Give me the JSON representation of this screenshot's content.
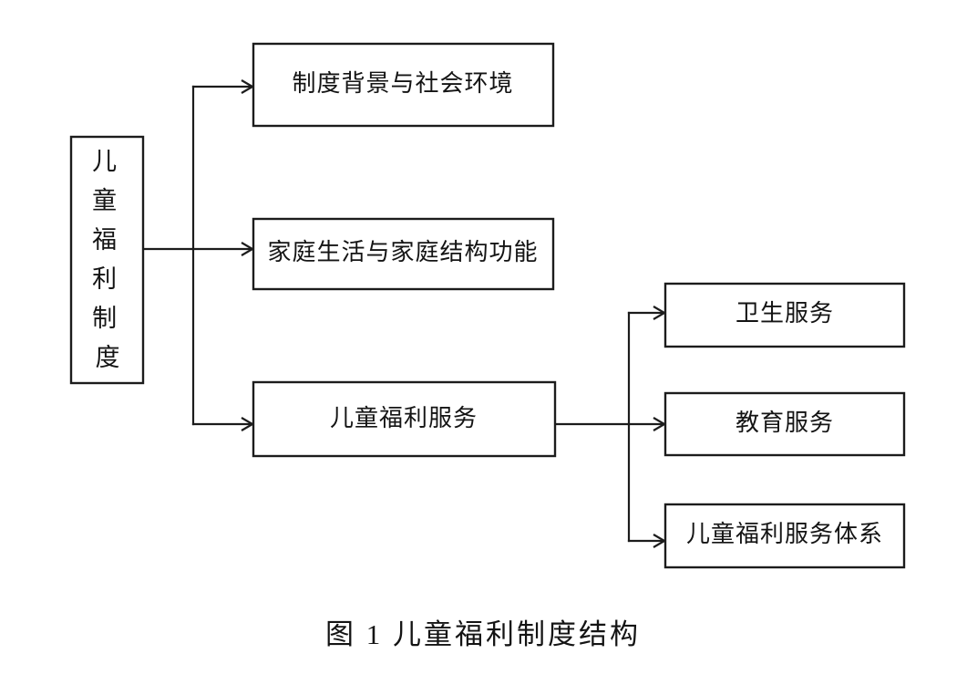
{
  "figure": {
    "caption": "图 1  儿童福利制度结构",
    "background_color": "#ffffff",
    "line_color": "#1c1c1c",
    "text_color": "#141414"
  },
  "nodes": {
    "root": {
      "id": "root",
      "label": "儿童福利制度",
      "orientation": "vertical",
      "chars": [
        "儿",
        "童",
        "福",
        "利",
        "制",
        "度"
      ]
    },
    "level2": [
      {
        "id": "context",
        "label": "制度背景与社会环境"
      },
      {
        "id": "family",
        "label": "家庭生活与家庭结构功能"
      },
      {
        "id": "services",
        "label": "儿童福利服务"
      }
    ],
    "level3": [
      {
        "id": "health",
        "label": "卫生服务"
      },
      {
        "id": "education",
        "label": "教育服务"
      },
      {
        "id": "welfare-system",
        "label": "儿童福利服务体系"
      }
    ]
  },
  "edges": [
    {
      "from": "root",
      "to": "context"
    },
    {
      "from": "root",
      "to": "family"
    },
    {
      "from": "root",
      "to": "services"
    },
    {
      "from": "services",
      "to": "health"
    },
    {
      "from": "services",
      "to": "education"
    },
    {
      "from": "services",
      "to": "welfare-system"
    }
  ]
}
